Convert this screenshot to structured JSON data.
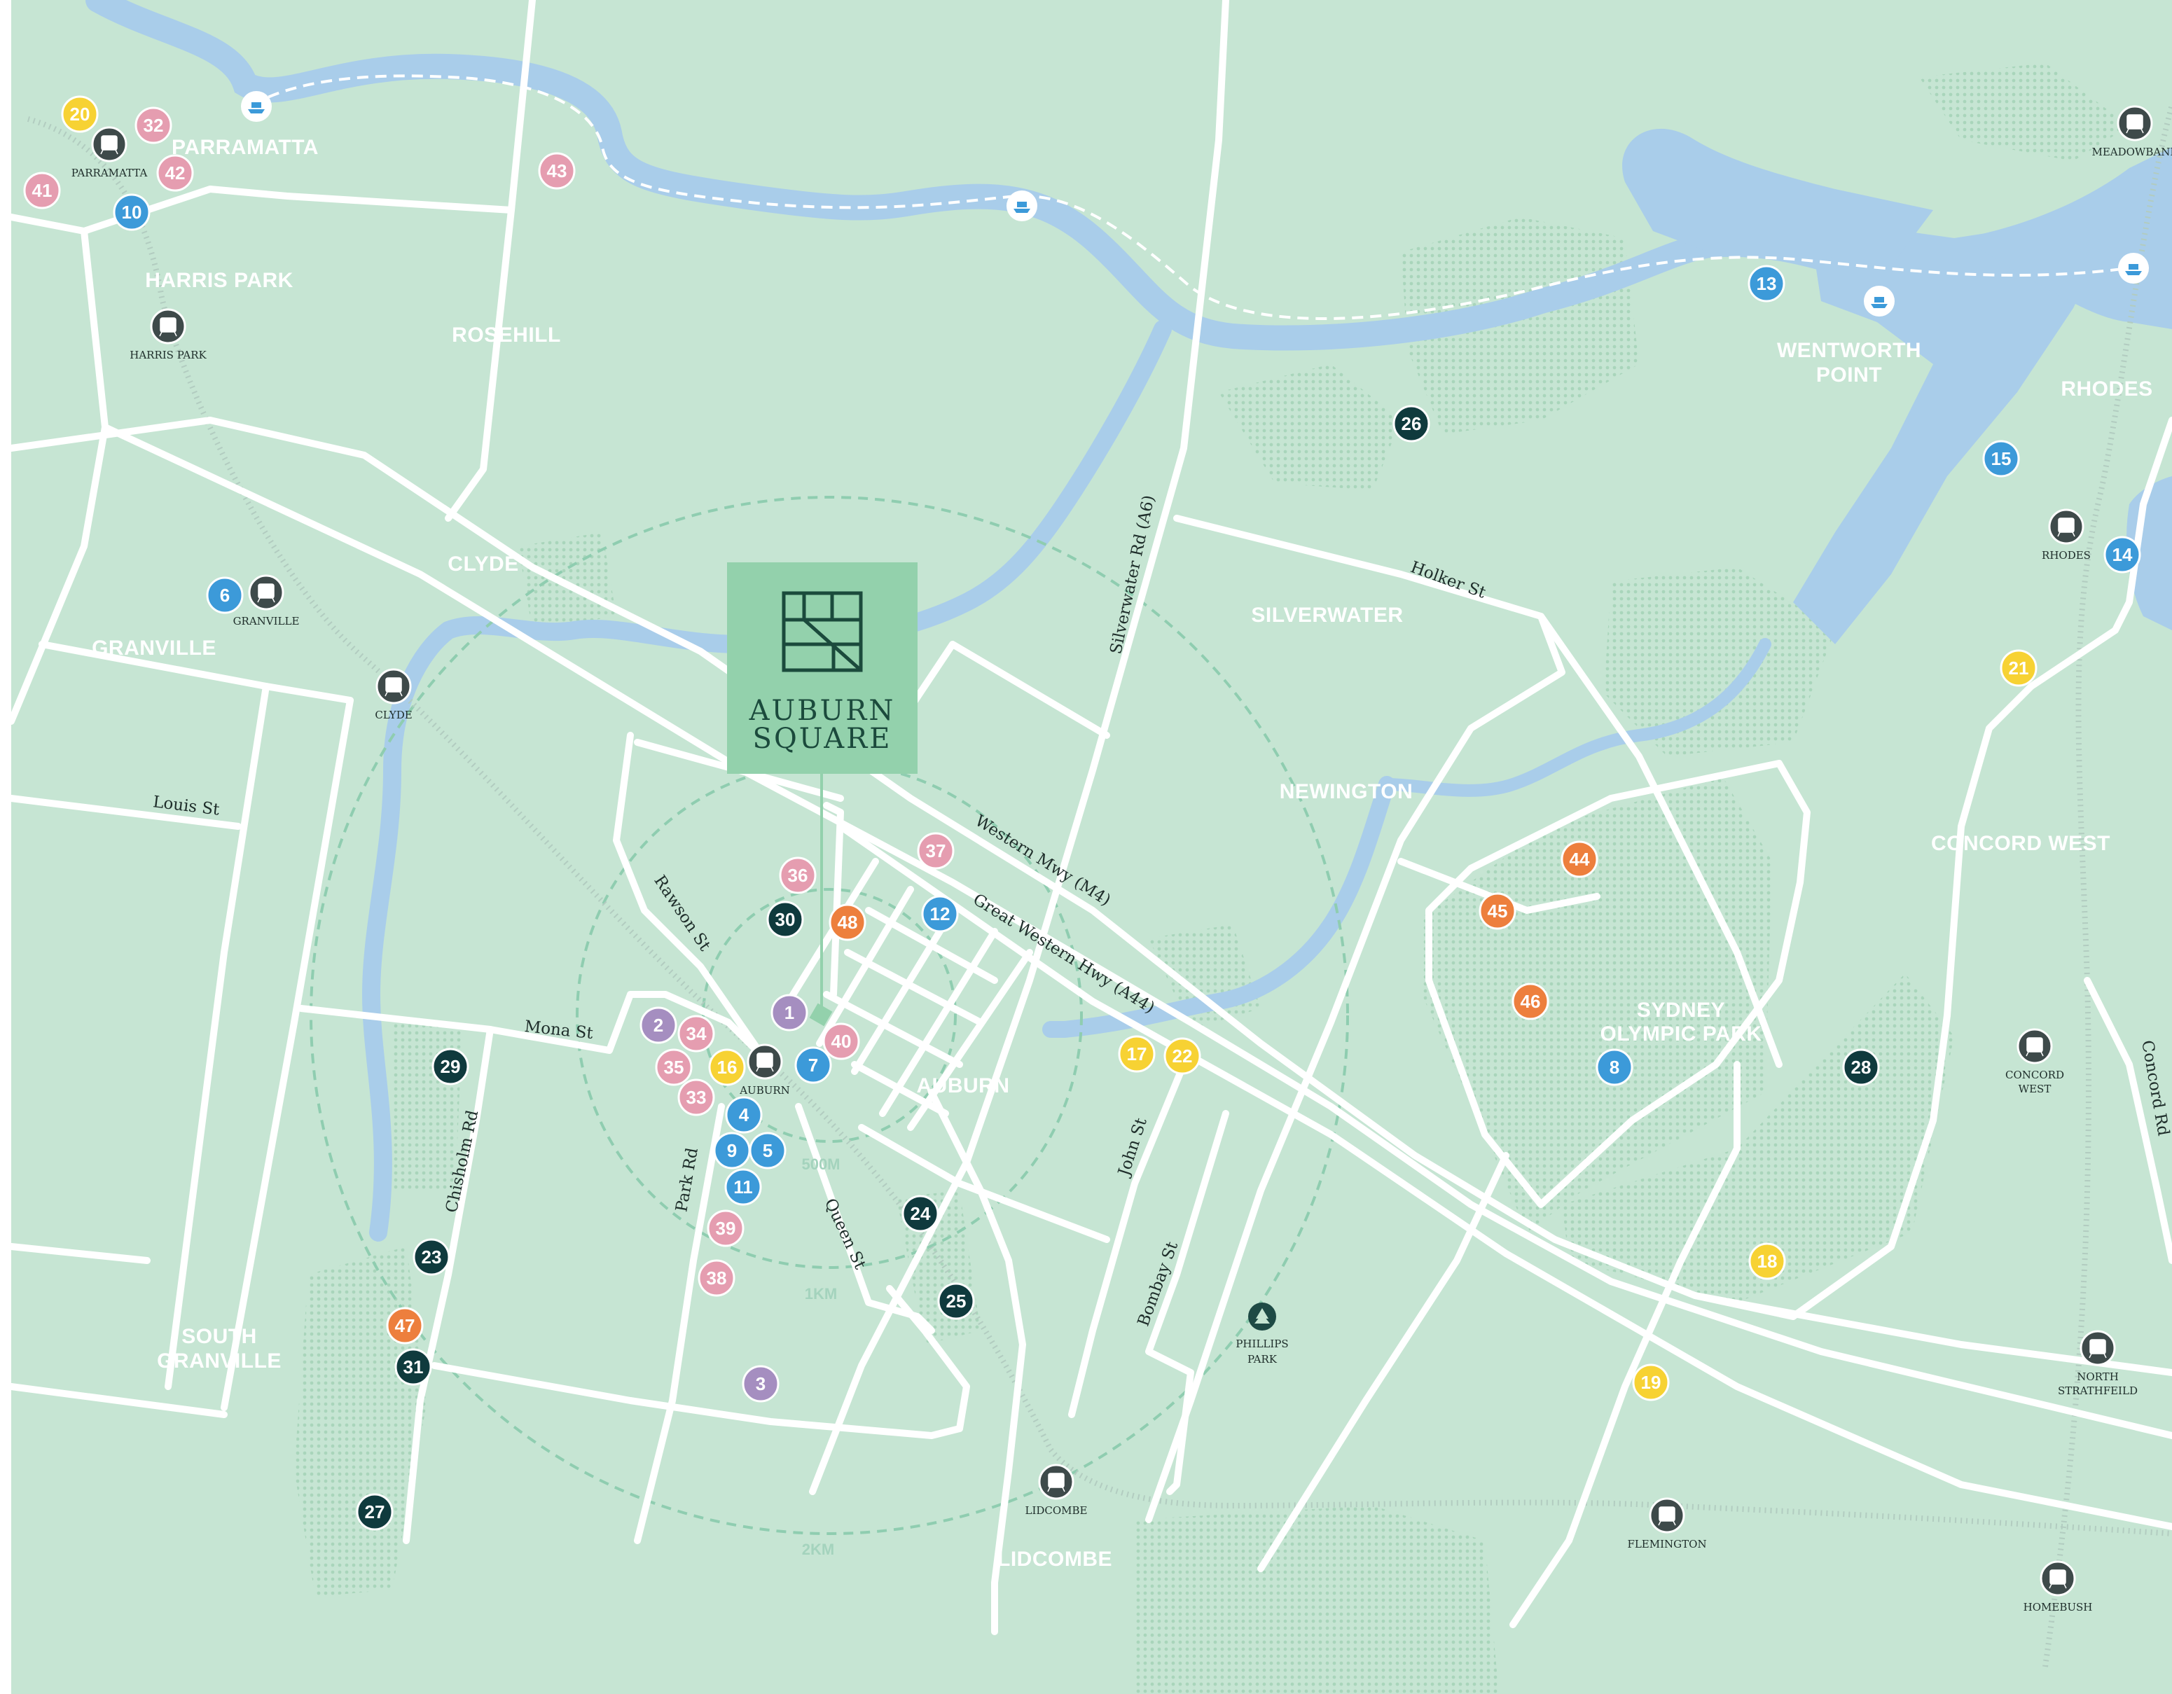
{
  "colors": {
    "land": "#c6e5d3",
    "water": "#a9cdea",
    "road": "#ffffff",
    "park_dots": "#a9d5bb",
    "ring": "#8fcdb0",
    "brand_box": "#93d1ac",
    "brand_ink": "#1b4a3c",
    "station_fill": "#3e4a4a"
  },
  "categories": {
    "purple": "#a58ec0",
    "pink": "#e59db0",
    "blue": "#3c9ad9",
    "yellow": "#f7d233",
    "orange": "#ed7f3d",
    "dark": "#0f3a3d"
  },
  "brand": {
    "name_line1": "AUBURN",
    "name_line2": "SQUARE",
    "icon": "auburn-square-logo-icon"
  },
  "rings": [
    "500M",
    "1KM",
    "2KM"
  ],
  "suburbs": [
    {
      "id": "parramatta",
      "text": "PARRAMATTA"
    },
    {
      "id": "harris-park",
      "text": "HARRIS PARK"
    },
    {
      "id": "rosehill",
      "text": "ROSEHILL"
    },
    {
      "id": "clyde",
      "text": "CLYDE"
    },
    {
      "id": "granville",
      "text": "GRANVILLE"
    },
    {
      "id": "silverwater",
      "text": "SILVERWATER"
    },
    {
      "id": "newington",
      "text": "NEWINGTON"
    },
    {
      "id": "wentworth-point-1",
      "text": "WENTWORTH"
    },
    {
      "id": "wentworth-point-2",
      "text": "POINT"
    },
    {
      "id": "rhodes",
      "text": "RHODES"
    },
    {
      "id": "concord-west",
      "text": "CONCORD WEST"
    },
    {
      "id": "sydney-olympic-park-1",
      "text": "SYDNEY"
    },
    {
      "id": "sydney-olympic-park-2",
      "text": "OLYMPIC PARK"
    },
    {
      "id": "auburn",
      "text": "AUBURN"
    },
    {
      "id": "south-granville-1",
      "text": "SOUTH"
    },
    {
      "id": "south-granville-2",
      "text": "GRANVILLE"
    },
    {
      "id": "lidcombe",
      "text": "LIDCOMBE"
    }
  ],
  "streets": [
    {
      "id": "louis-st",
      "text": "Louis St"
    },
    {
      "id": "mona-st",
      "text": "Mona St"
    },
    {
      "id": "rawson-st",
      "text": "Rawson St"
    },
    {
      "id": "chisholm-rd",
      "text": "Chisholm Rd"
    },
    {
      "id": "park-rd",
      "text": "Park Rd"
    },
    {
      "id": "queen-st",
      "text": "Queen St"
    },
    {
      "id": "silverwater-rd",
      "text": "Silverwater Rd (A6)"
    },
    {
      "id": "holker-st",
      "text": "Holker St"
    },
    {
      "id": "western-mwy",
      "text": "Western Mwy (M4)"
    },
    {
      "id": "great-western-hwy",
      "text": "Great Western Hwy (A44)"
    },
    {
      "id": "john-st",
      "text": "John St"
    },
    {
      "id": "bombay-st",
      "text": "Bombay St"
    },
    {
      "id": "concord-rd",
      "text": "Concord Rd"
    }
  ],
  "stations": [
    {
      "id": "parramatta",
      "lines": [
        "PARRAMATTA"
      ]
    },
    {
      "id": "harris-park",
      "lines": [
        "HARRIS PARK"
      ]
    },
    {
      "id": "granville",
      "lines": [
        "GRANVILLE"
      ]
    },
    {
      "id": "clyde",
      "lines": [
        "CLYDE"
      ]
    },
    {
      "id": "auburn",
      "lines": [
        "AUBURN"
      ]
    },
    {
      "id": "lidcombe",
      "lines": [
        "LIDCOMBE"
      ]
    },
    {
      "id": "flemington",
      "lines": [
        "FLEMINGTON"
      ]
    },
    {
      "id": "homebush",
      "lines": [
        "HOMEBUSH"
      ]
    },
    {
      "id": "north-strathfield",
      "lines": [
        "NORTH",
        "STRATHFEILD"
      ]
    },
    {
      "id": "concord-west",
      "lines": [
        "CONCORD",
        "WEST"
      ]
    },
    {
      "id": "rhodes",
      "lines": [
        "RHODES"
      ]
    },
    {
      "id": "meadowbank",
      "lines": [
        "MEADOWBANK"
      ]
    }
  ],
  "park": {
    "lines": [
      "PHILLIPS",
      "PARK"
    ],
    "icon": "tree-icon"
  },
  "ferries": [
    "ferry-icon"
  ],
  "markers": [
    {
      "n": "1",
      "cat": "purple"
    },
    {
      "n": "2",
      "cat": "purple"
    },
    {
      "n": "3",
      "cat": "purple"
    },
    {
      "n": "4",
      "cat": "blue"
    },
    {
      "n": "5",
      "cat": "blue"
    },
    {
      "n": "6",
      "cat": "blue"
    },
    {
      "n": "7",
      "cat": "blue"
    },
    {
      "n": "8",
      "cat": "blue"
    },
    {
      "n": "9",
      "cat": "blue"
    },
    {
      "n": "10",
      "cat": "blue"
    },
    {
      "n": "11",
      "cat": "blue"
    },
    {
      "n": "12",
      "cat": "blue"
    },
    {
      "n": "13",
      "cat": "blue"
    },
    {
      "n": "14",
      "cat": "blue"
    },
    {
      "n": "15",
      "cat": "blue"
    },
    {
      "n": "16",
      "cat": "yellow"
    },
    {
      "n": "17",
      "cat": "yellow"
    },
    {
      "n": "18",
      "cat": "yellow"
    },
    {
      "n": "19",
      "cat": "yellow"
    },
    {
      "n": "20",
      "cat": "yellow"
    },
    {
      "n": "21",
      "cat": "yellow"
    },
    {
      "n": "22",
      "cat": "yellow"
    },
    {
      "n": "23",
      "cat": "dark"
    },
    {
      "n": "24",
      "cat": "dark"
    },
    {
      "n": "25",
      "cat": "dark"
    },
    {
      "n": "26",
      "cat": "dark"
    },
    {
      "n": "27",
      "cat": "dark"
    },
    {
      "n": "28",
      "cat": "dark"
    },
    {
      "n": "29",
      "cat": "dark"
    },
    {
      "n": "30",
      "cat": "dark"
    },
    {
      "n": "31",
      "cat": "dark"
    },
    {
      "n": "32",
      "cat": "pink"
    },
    {
      "n": "33",
      "cat": "pink"
    },
    {
      "n": "34",
      "cat": "pink"
    },
    {
      "n": "35",
      "cat": "pink"
    },
    {
      "n": "36",
      "cat": "pink"
    },
    {
      "n": "37",
      "cat": "pink"
    },
    {
      "n": "38",
      "cat": "pink"
    },
    {
      "n": "39",
      "cat": "pink"
    },
    {
      "n": "40",
      "cat": "pink"
    },
    {
      "n": "41",
      "cat": "pink"
    },
    {
      "n": "42",
      "cat": "pink"
    },
    {
      "n": "43",
      "cat": "pink"
    },
    {
      "n": "44",
      "cat": "orange"
    },
    {
      "n": "45",
      "cat": "orange"
    },
    {
      "n": "46",
      "cat": "orange"
    },
    {
      "n": "47",
      "cat": "orange"
    },
    {
      "n": "48",
      "cat": "orange"
    }
  ]
}
